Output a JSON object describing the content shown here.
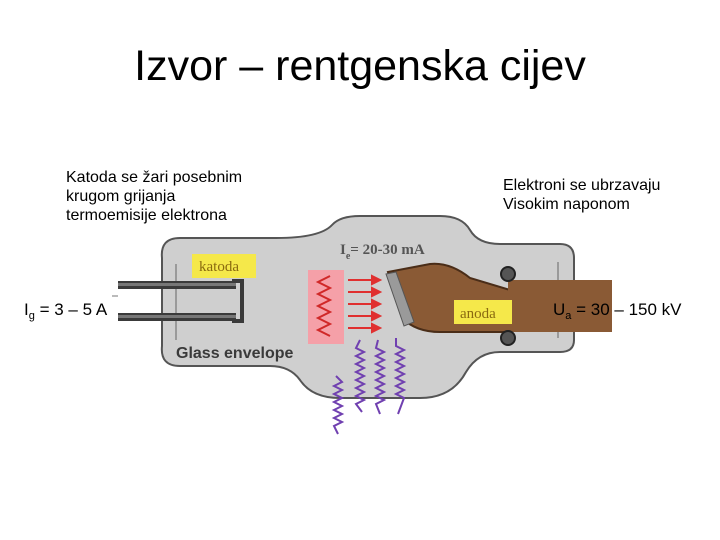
{
  "title": "Izvor – rentgenska cijev",
  "notes": {
    "left": [
      "Katoda se žari posebnim",
      "krugom grijanja",
      "termoemisije elektrona"
    ],
    "right": [
      "Elektroni se ubrzavaju",
      "Visokim naponom"
    ]
  },
  "heater_current": {
    "symbol": "I",
    "sub": "g",
    "value": " = 3 – 5 A"
  },
  "anode_voltage": {
    "symbol": "U",
    "sub": "a",
    "value": " = 30 – 150 kV"
  },
  "tube": {
    "tube_current": {
      "symbol": "I",
      "sub": "e",
      "value": "= 20-30 mA"
    },
    "cathode_label": "katoda",
    "anode_label": "anoda",
    "envelope_label": "Glass envelope"
  },
  "colors": {
    "envelope": "#cfcfcf",
    "envelope_outline": "#555555",
    "label_bg": "#f5e84a",
    "filament_box": "#f5a0a8",
    "electron_arrows": "#e03030",
    "anode_block": "#8a5a35",
    "xray_waves": "#7040b0"
  }
}
